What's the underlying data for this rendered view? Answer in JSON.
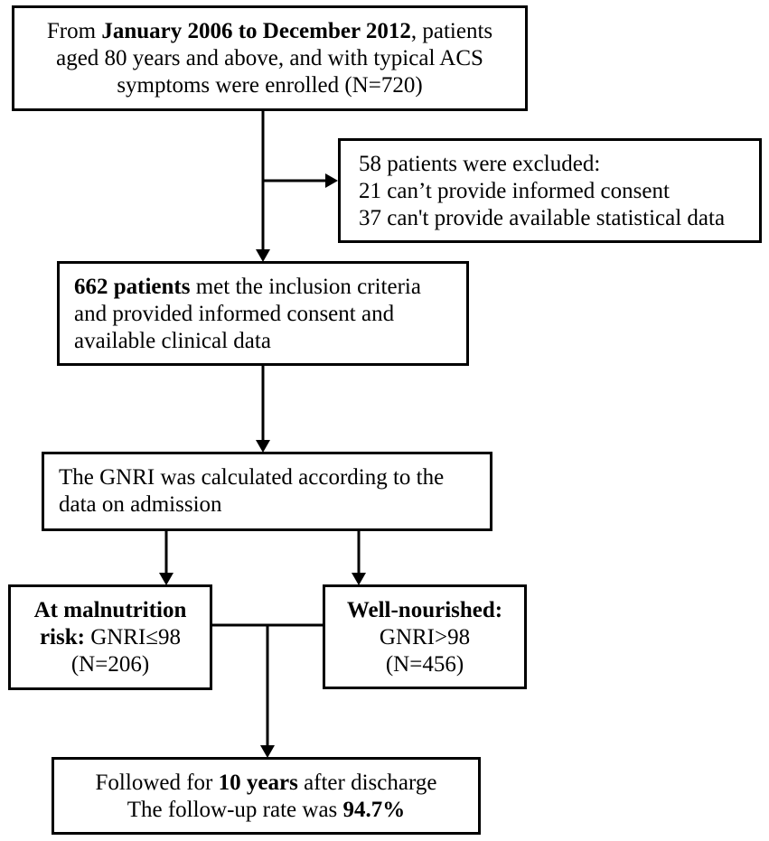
{
  "box1": {
    "l1_pre": "From ",
    "l1_b1": "January 2006 to December 2012",
    "l1_post": ", patients",
    "l2": "aged 80 years and above, and with typical ACS",
    "l3": "symptoms were enrolled (N=720)"
  },
  "excluded": {
    "l1": "58 patients were excluded:",
    "l2": "21 can’t provide informed consent",
    "l3": "37 can't provide available statistical data"
  },
  "box2": {
    "l1_b": "662 patients",
    "l1_post": " met the inclusion criteria",
    "l2": "and provided informed consent and",
    "l3": "available clinical data"
  },
  "box3": {
    "l1": "The GNRI was calculated according to the",
    "l2": "data on admission"
  },
  "malnutrition": {
    "l1_b": "At malnutrition",
    "l2_b": "risk:",
    "l2_post": " GNRI≤98",
    "l3": "(N=206)"
  },
  "nourished": {
    "l1_b": "Well-nourished:",
    "l2": "GNRI>98",
    "l3": "(N=456)"
  },
  "followup": {
    "l1_pre": "Followed for ",
    "l1_b": "10 years",
    "l1_post": " after discharge",
    "l2_pre": "The follow-up rate was ",
    "l2_b": "94.7%"
  }
}
